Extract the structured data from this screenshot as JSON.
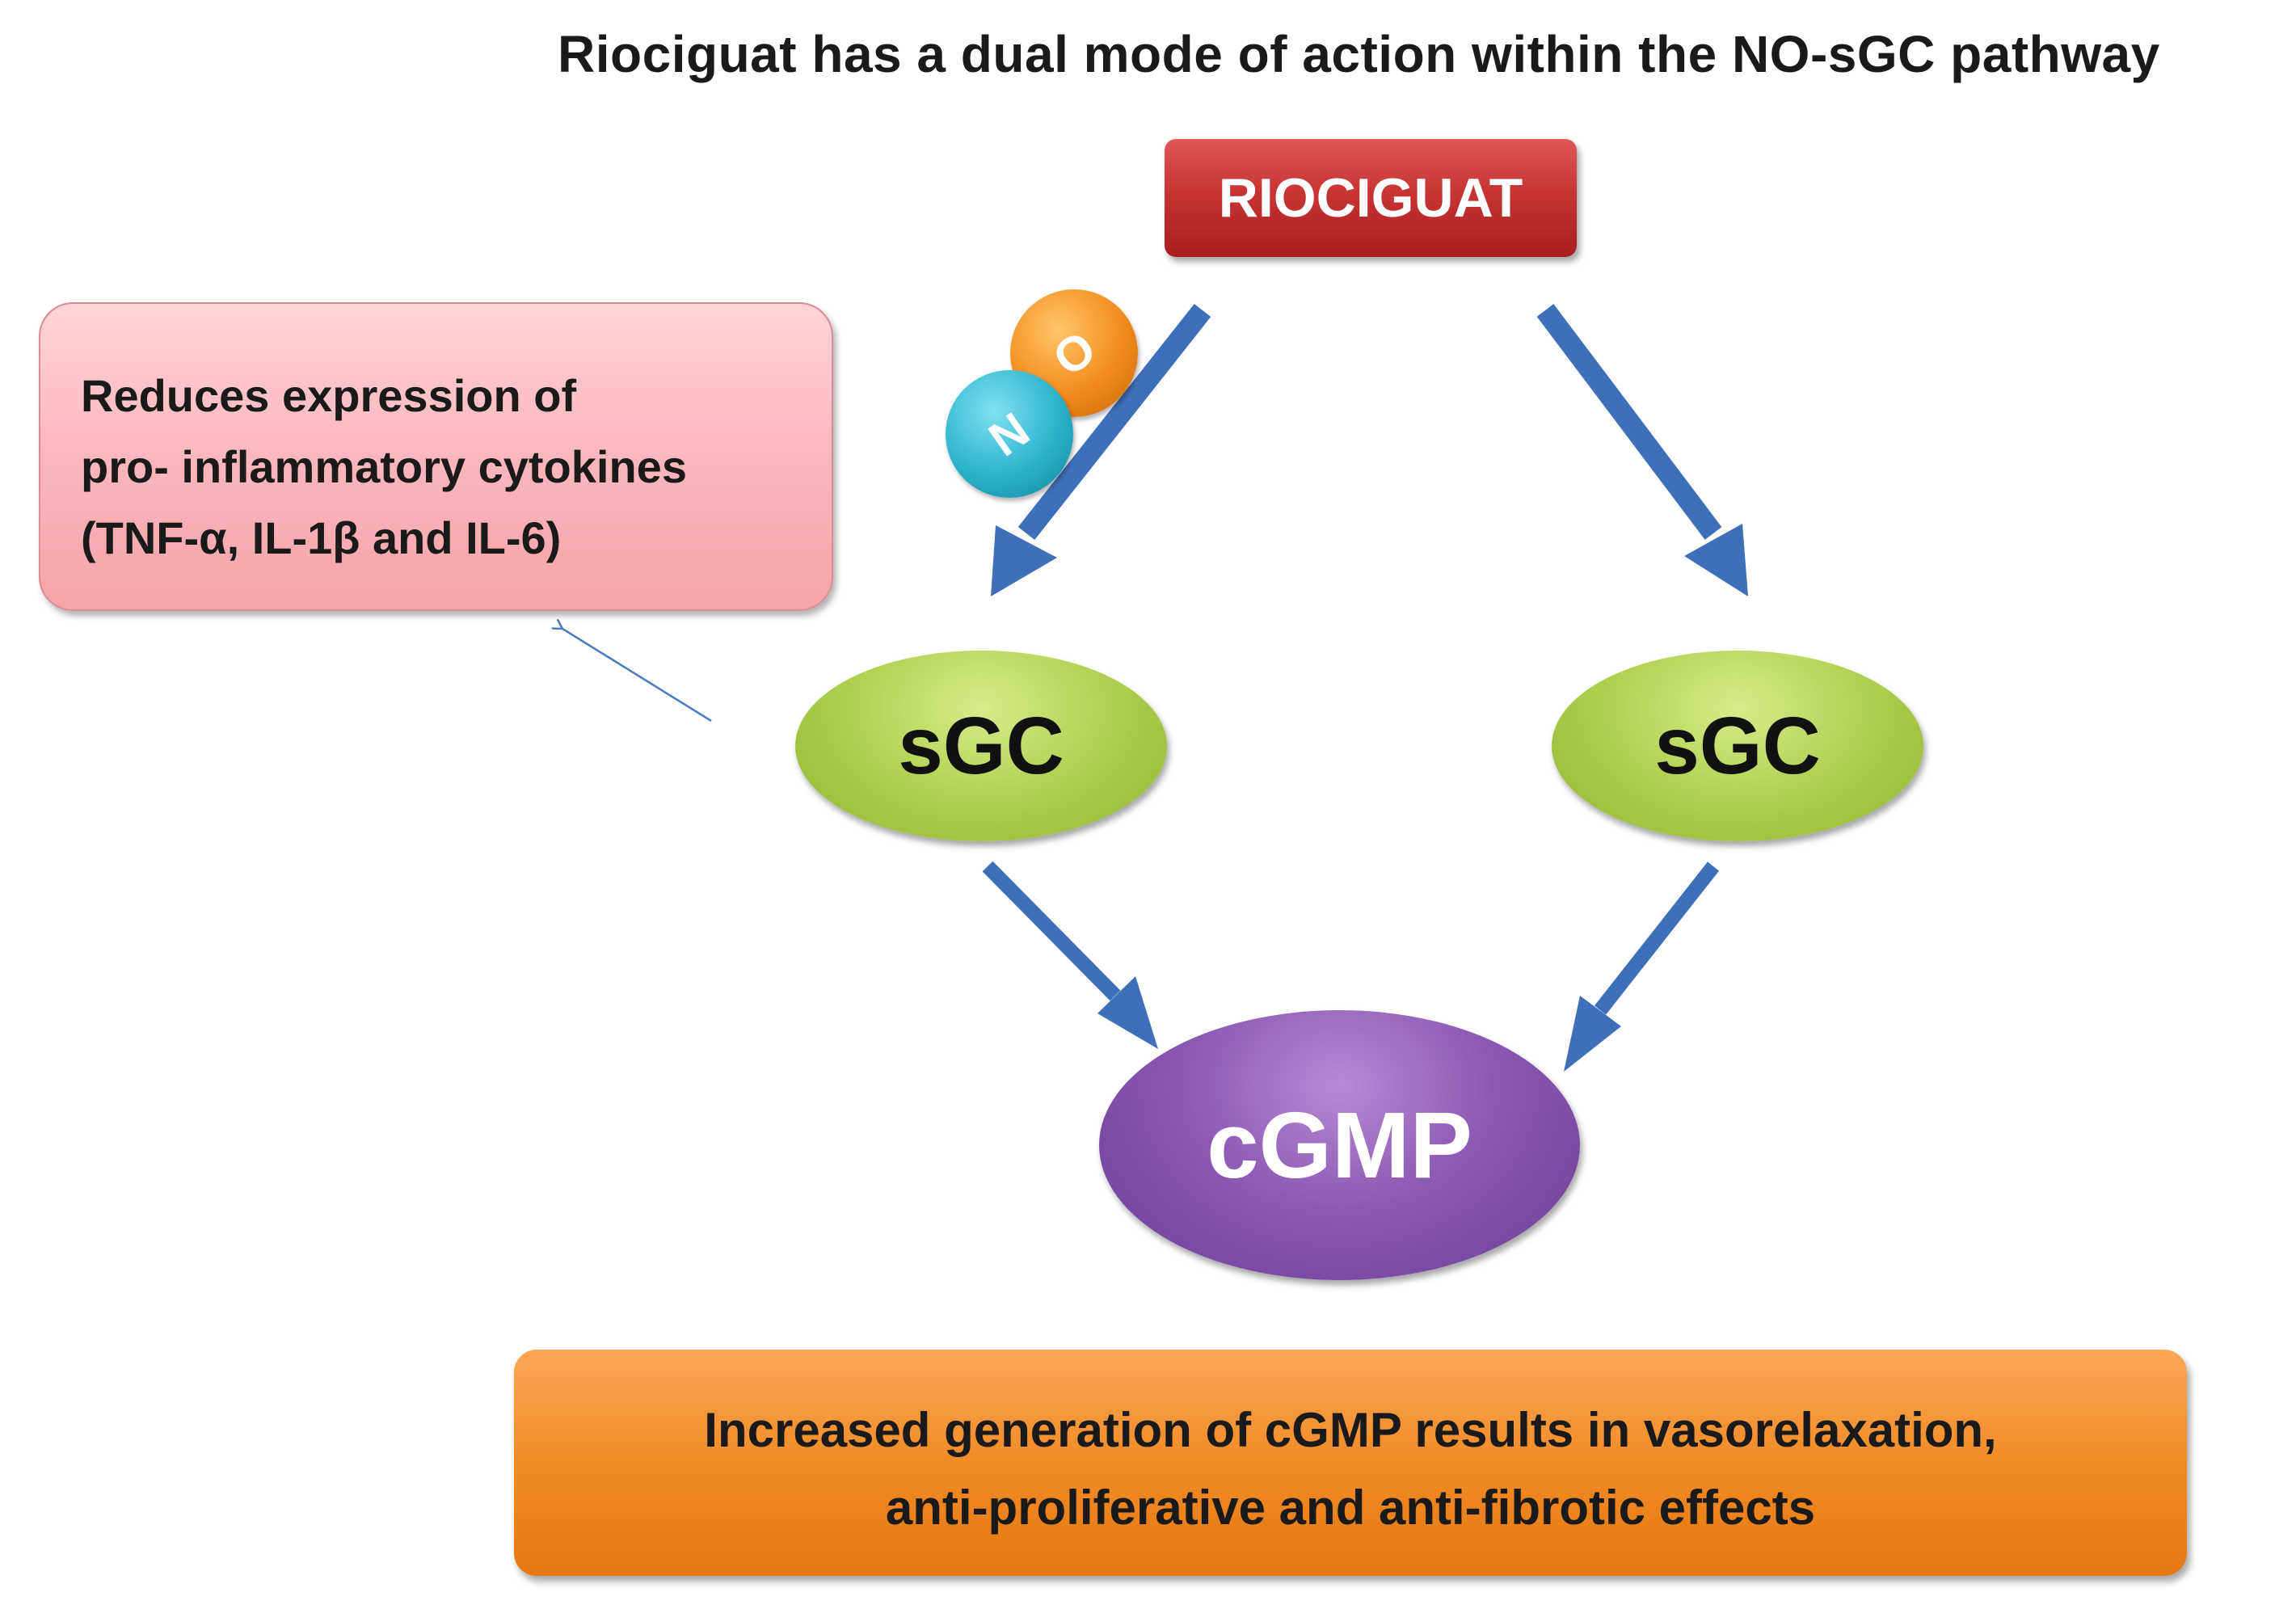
{
  "title": "Riociguat has a dual mode of action within the NO-sGC pathway",
  "drug": {
    "label": "RIOCIGUAT"
  },
  "no_molecule": {
    "atom_1": "N",
    "atom_2": "O"
  },
  "anti_inflammatory": {
    "lines": [
      "Reduces expression of",
      "pro- inflammatory cytokines",
      "(TNF-α, IL-1β and IL-6)"
    ]
  },
  "nodes": {
    "sgc_left": "sGC",
    "sgc_right": "sGC",
    "cgmp": "cGMP"
  },
  "outcome": {
    "lines": [
      "Increased generation of  cGMP results in vasorelaxation,",
      "anti-proliferative and anti-fibrotic effects"
    ]
  },
  "colors": {
    "arrow": "#3f6fb8",
    "drug_box": "#c83434",
    "effect_box": "#f9b2b8",
    "sgc": "#b3d254",
    "cgmp": "#8c58b4",
    "outcome_box": "#f28b26"
  }
}
